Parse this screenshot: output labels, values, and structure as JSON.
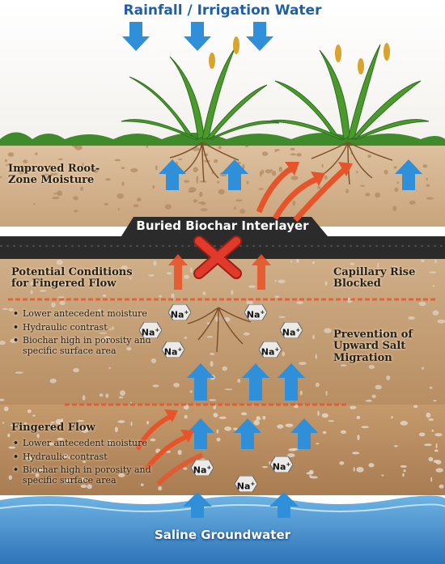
{
  "title": "Rainfall / Irrigation Water",
  "labels": {
    "root_zone": "Improved Root-Zone Moisture",
    "biochar": "Buried Biochar Interlayer",
    "capillary": "Capillary Rise Blocked",
    "prevention": "Prevention of Upward Salt Migration",
    "potential": "Potential Conditions for Fingered Flow",
    "fingered": "Fingered Flow",
    "groundwater": "Saline Groundwater"
  },
  "potential_points": [
    "Lower antecedent moisture",
    "Hydraulic contrast",
    "Biochar high in porosity and specific surface area"
  ],
  "fingered_points": [
    "Lower antecedent moisture",
    "Hydraulic contrast",
    "Biochar high in porosity and specific surface area"
  ],
  "ion": "Na",
  "ion_charge": "+",
  "colors": {
    "water_arrow": "#2f8fd8",
    "flow_arrow": "#e8542a",
    "block_x": "#e23a2a",
    "biochar": "#2b2b2b",
    "groundwater": "#3a86c8",
    "soil": "#c49a6c",
    "grass": "#3f8a2a",
    "title": "#1f5fa8"
  }
}
